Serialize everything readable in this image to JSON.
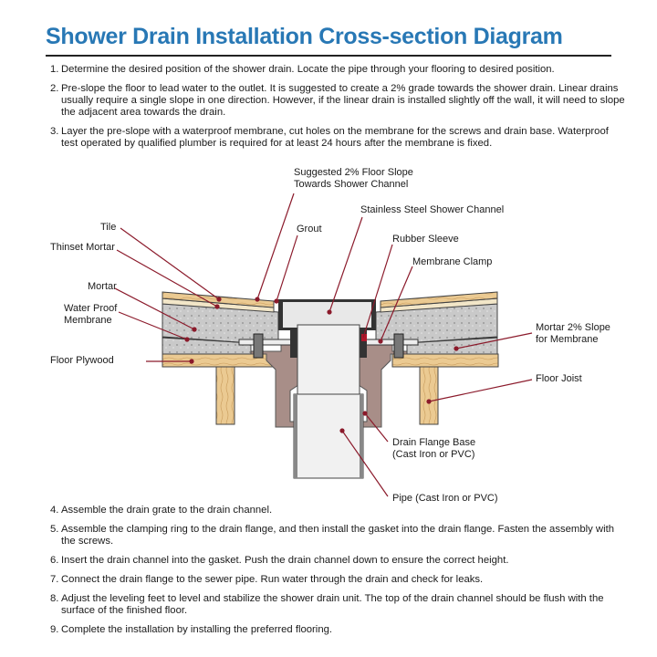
{
  "title": "Shower Drain Installation Cross-section Diagram",
  "steps_before": [
    {
      "num": "1.",
      "text": "Determine the desired position of the shower drain. Locate the pipe through your flooring to desired position."
    },
    {
      "num": "2.",
      "text": "Pre-slope the floor to lead water to the outlet. It is suggested to create a 2% grade towards the shower drain. Linear drains usually require a single slope in one direction. However, if the linear drain is installed slightly off the wall, it will need to slope the adjacent area towards the drain."
    },
    {
      "num": "3.",
      "text": "Layer the pre-slope with a waterproof membrane, cut holes on the membrane for the screws and drain base. Waterproof test operated by qualified plumber is required for at least 24 hours after the membrane is fixed."
    }
  ],
  "diagram_labels": {
    "slope_1": "Suggested 2% Floor Slope",
    "slope_2": "Towards Shower Channel",
    "channel": "Stainless Steel Shower Channel",
    "grout": "Grout",
    "tile": "Tile",
    "thinset": "Thinset Mortar",
    "rubber_sleeve": "Rubber Sleeve",
    "membrane_clamp": "Membrane Clamp",
    "mortar": "Mortar",
    "wp_1": "Water Proof",
    "wp_2": "Membrane",
    "mortar_slope_1": "Mortar 2% Slope",
    "mortar_slope_2": "for Membrane",
    "plywood": "Floor Plywood",
    "joist": "Floor Joist",
    "flange_1": "Drain Flange Base",
    "flange_2": "(Cast Iron or PVC)",
    "pipe": "Pipe (Cast Iron or PVC)"
  },
  "steps_after": [
    {
      "num": "4.",
      "text": "Assemble the drain grate to the drain channel."
    },
    {
      "num": "5.",
      "text": "Assemble the clamping ring to the drain flange, and then install the gasket into the drain flange. Fasten the assembly with the screws."
    },
    {
      "num": "6.",
      "text": "Insert the drain channel into the gasket. Push the drain channel down to ensure the correct height."
    },
    {
      "num": "7.",
      "text": "Connect the drain flange to the sewer pipe. Run water through the drain and check for leaks."
    },
    {
      "num": "8.",
      "text": "Adjust the leveling feet to level and stabilize the shower drain unit. The top of the drain channel should be flush with the surface of the finished floor."
    },
    {
      "num": "9.",
      "text": "Complete the installation by installing the preferred flooring."
    }
  ],
  "colors": {
    "title": "#2878b5",
    "leader": "#8b1a2b",
    "wood": "#e8c890",
    "concrete": "#c8c8c8",
    "flange": "#a88e88",
    "steel": "#e6e6e6"
  }
}
